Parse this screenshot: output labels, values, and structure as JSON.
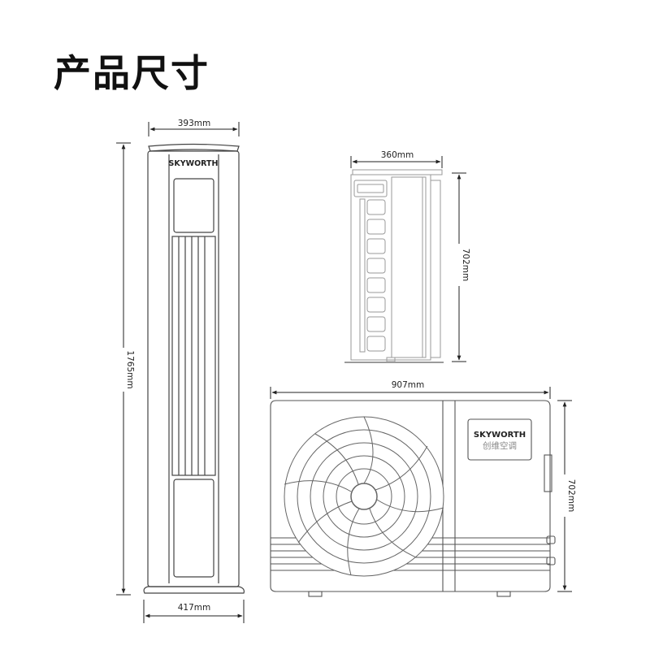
{
  "page": {
    "title": "产品尺寸"
  },
  "indoor_unit": {
    "brand": "SKYWORTH",
    "top_width": "393mm",
    "base_width": "417mm",
    "height": "1765mm"
  },
  "outdoor_side": {
    "depth": "360mm",
    "height": "702mm"
  },
  "outdoor_front": {
    "width": "907mm",
    "height": "702mm",
    "brand": "SKYWORTH",
    "brand_sub": "创维空调"
  },
  "colors": {
    "line": "#444444",
    "light_line": "#9a9a9a",
    "text": "#222222"
  }
}
